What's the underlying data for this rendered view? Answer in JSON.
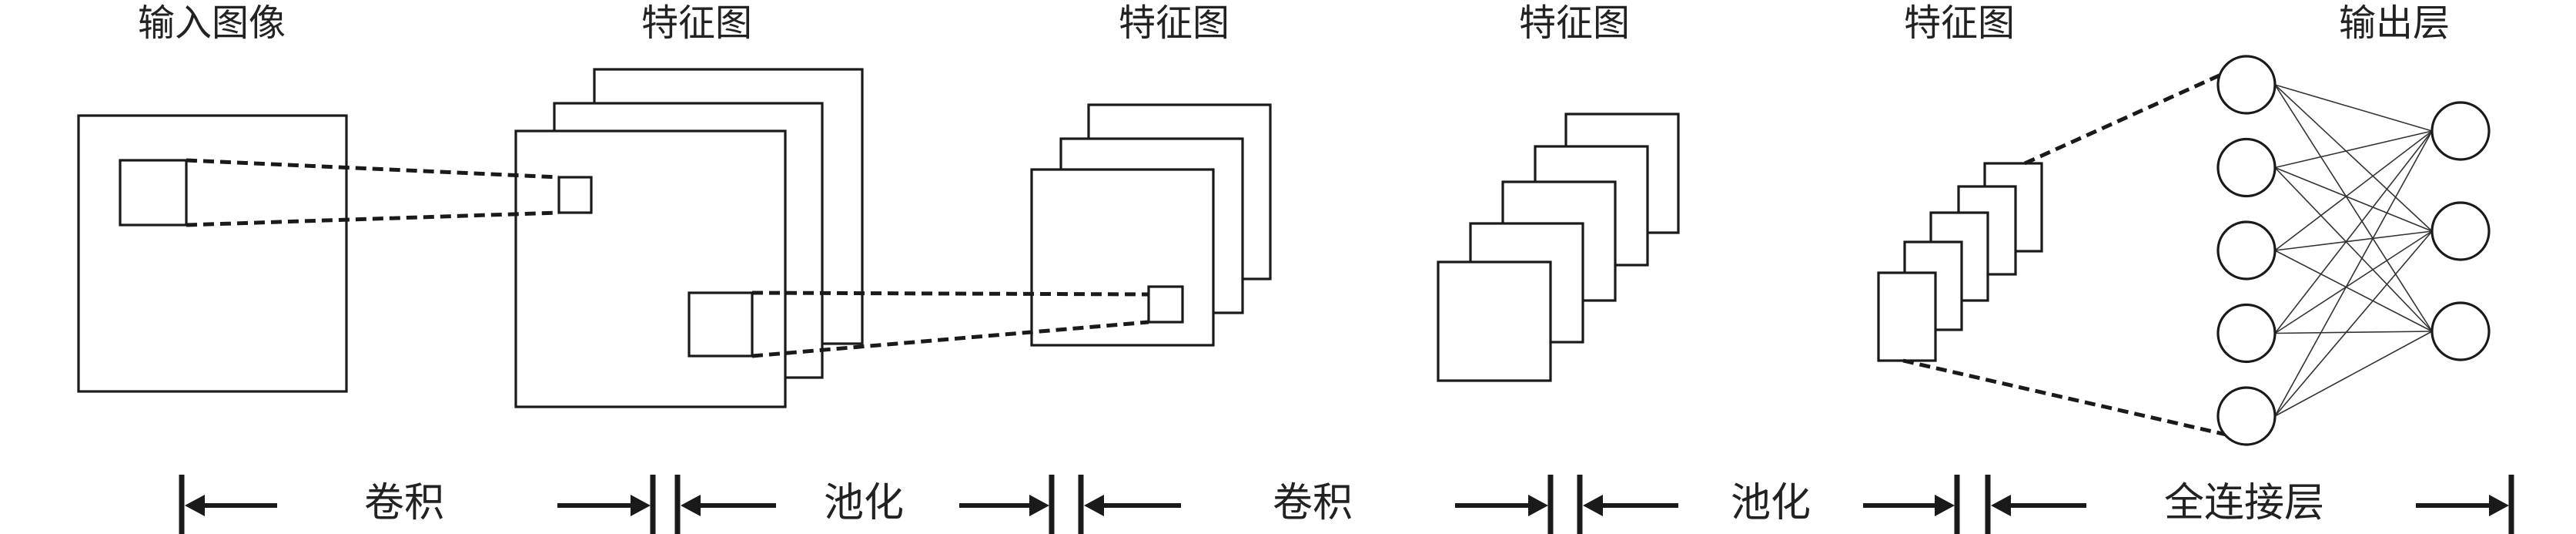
{
  "labels": {
    "input_image": "输入图像",
    "feature_map_1": "特征图",
    "feature_map_2": "特征图",
    "feature_map_3": "特征图",
    "feature_map_4": "特征图",
    "output_layer": "输出层"
  },
  "stages": {
    "conv_1": "卷积",
    "pool_1": "池化",
    "conv_2": "卷积",
    "pool_2": "池化",
    "fully_connected": "全连接层"
  },
  "network": {
    "hidden_neurons": 5,
    "output_neurons": 3
  }
}
